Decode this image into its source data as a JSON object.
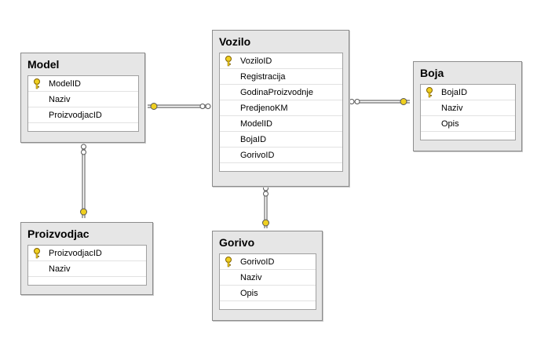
{
  "tables": {
    "model": {
      "title": "Model",
      "columns": [
        "ModelID",
        "Naziv",
        "ProizvodjacID"
      ]
    },
    "vozilo": {
      "title": "Vozilo",
      "columns": [
        "VoziloID",
        "Registracija",
        "GodinaProizvodnje",
        "PredjenoKM",
        "ModelID",
        "BojaID",
        "GorivoID"
      ]
    },
    "boja": {
      "title": "Boja",
      "columns": [
        "BojaID",
        "Naziv",
        "Opis"
      ]
    },
    "proizvodjac": {
      "title": "Proizvodjac",
      "columns": [
        "ProizvodjacID",
        "Naziv"
      ]
    },
    "gorivo": {
      "title": "Gorivo",
      "columns": [
        "GorivoID",
        "Naziv",
        "Opis"
      ]
    }
  },
  "primary_key_icon": "key-icon",
  "colors": {
    "key": "#f0d020",
    "relationship_line": "#6e6e6e"
  }
}
